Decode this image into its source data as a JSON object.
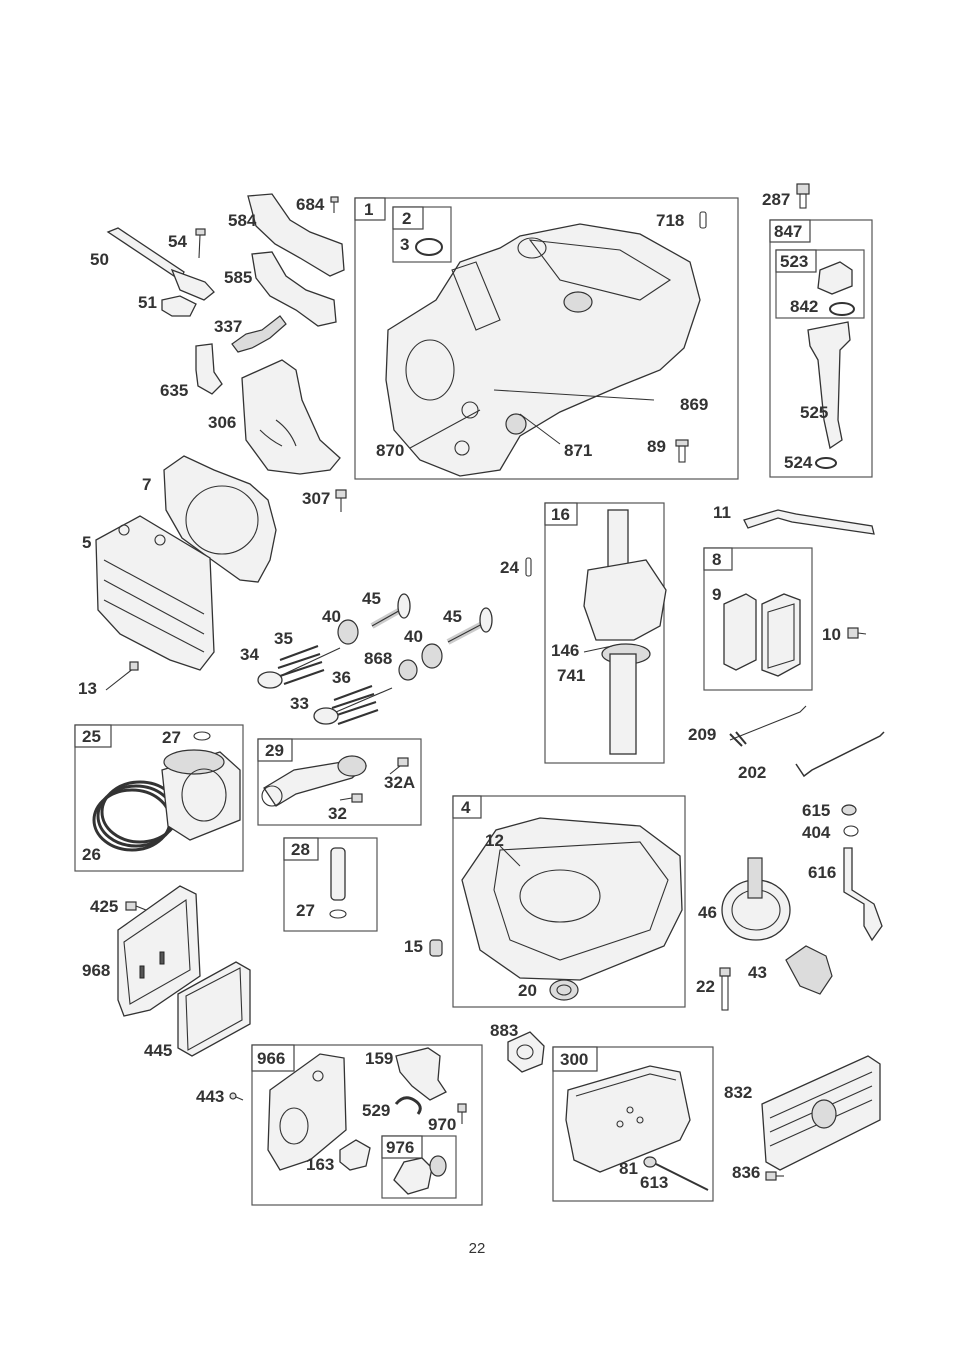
{
  "page_number": "22",
  "group_boxes": [
    "1",
    "2",
    "847",
    "523",
    "16",
    "8",
    "25",
    "29",
    "28",
    "4",
    "966",
    "976",
    "300"
  ],
  "part_labels": [
    "684",
    "584",
    "54",
    "50",
    "585",
    "51",
    "337",
    "635",
    "306",
    "7",
    "307",
    "5",
    "13",
    "718",
    "3",
    "869",
    "870",
    "871",
    "89",
    "287",
    "842",
    "525",
    "524",
    "11",
    "24",
    "146",
    "741",
    "9",
    "10",
    "45",
    "40",
    "45",
    "40",
    "35",
    "34",
    "868",
    "36",
    "33",
    "27",
    "32A",
    "32",
    "26",
    "27",
    "12",
    "209",
    "202",
    "615",
    "404",
    "616",
    "46",
    "15",
    "20",
    "22",
    "43",
    "425",
    "968",
    "445",
    "443",
    "883",
    "159",
    "529",
    "970",
    "163",
    "832",
    "81",
    "613",
    "836"
  ]
}
